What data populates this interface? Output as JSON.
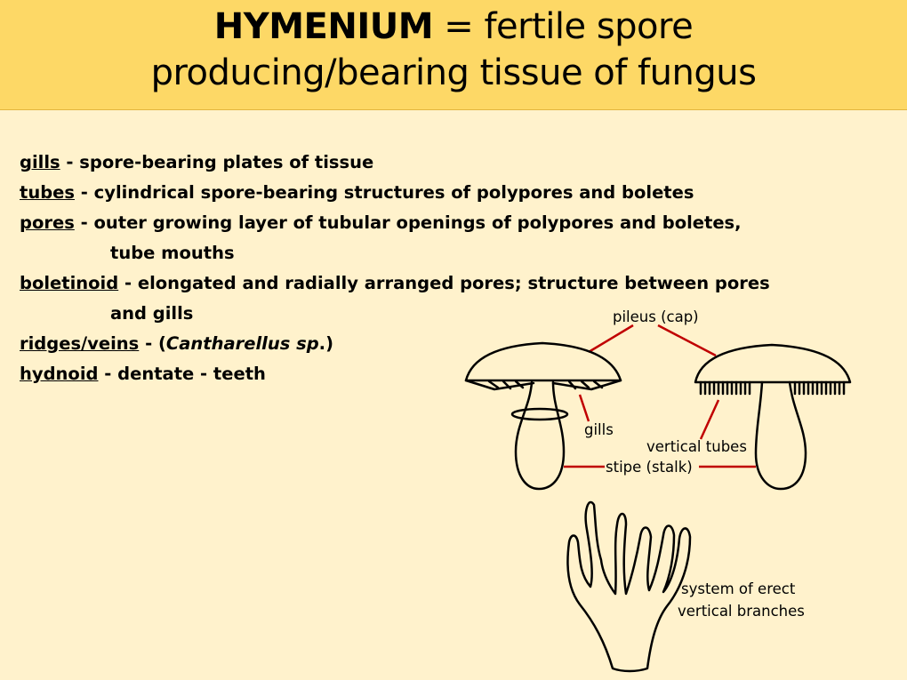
{
  "title": {
    "term": "HYMENIUM",
    "rest_line1": " = fertile spore",
    "line2": "producing/bearing tissue of fungus"
  },
  "definitions": [
    {
      "term": "gills",
      "text": " - spore-bearing plates of tissue"
    },
    {
      "term": "tubes",
      "text": " - cylindrical spore-bearing structures of polypores and boletes"
    },
    {
      "term": "pores",
      "text": " - outer growing layer of tubular openings of polypores and boletes,",
      "cont": "tube mouths"
    },
    {
      "term": "boletinoid",
      "text": " - elongated and radially arranged pores; structure between pores",
      "cont": "and gills"
    },
    {
      "term": "ridges/veins",
      "text_before": " - (",
      "italic": "Cantharellus sp",
      "text_after": ".)"
    },
    {
      "term": "hydnoid",
      "text": " - dentate - teeth"
    }
  ],
  "diagram": {
    "labels": {
      "pileus": "pileus (cap)",
      "gills": "gills",
      "vertical_tubes": "vertical tubes",
      "stipe": "stipe (stalk)",
      "branches_line1": "system of erect",
      "branches_line2": "vertical branches"
    },
    "colors": {
      "leader": "#c00000",
      "outline": "#000000"
    }
  }
}
